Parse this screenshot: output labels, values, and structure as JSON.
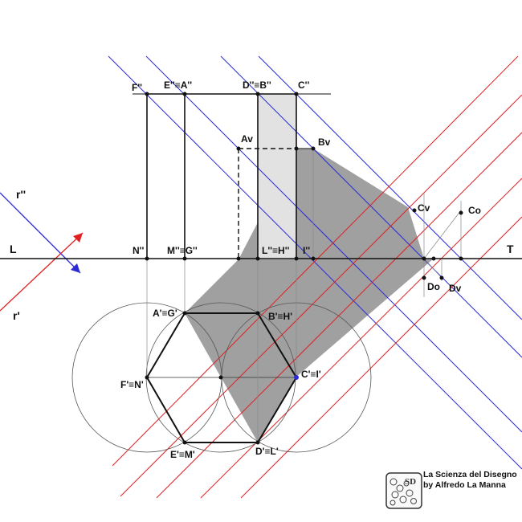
{
  "labels": {
    "F2": "F''",
    "EA2": "E''≡A''",
    "DB2": "D''≡B''",
    "C2": "C''",
    "Av": "Av",
    "Bv": "Bv",
    "Cv": "Cv",
    "Co": "Co",
    "Do": "Do",
    "Dv": "Dv",
    "N2": "N''",
    "MG2": "M''≡G''",
    "LH2": "L''≡H''",
    "I2": "I''",
    "L": "L",
    "T": "T",
    "r2": "r''",
    "r1": "r'",
    "AG1": "A'≡G'",
    "BH1": "B'≡H'",
    "FN1": "F'≡N'",
    "CI1": "C'≡I'",
    "EM1": "E'≡M'",
    "DL1": "D'≡L'"
  },
  "credit": {
    "line1": "La Scienza del Disegno",
    "line2": "by Alfredo La Manna"
  },
  "logo_text": "SD",
  "colors": {
    "ray_blue": "#2a2ad8",
    "ray_red": "#e02020",
    "shadow": "#a0a0a0",
    "shadow_light": "#e2e2e2",
    "ink": "#111111"
  }
}
